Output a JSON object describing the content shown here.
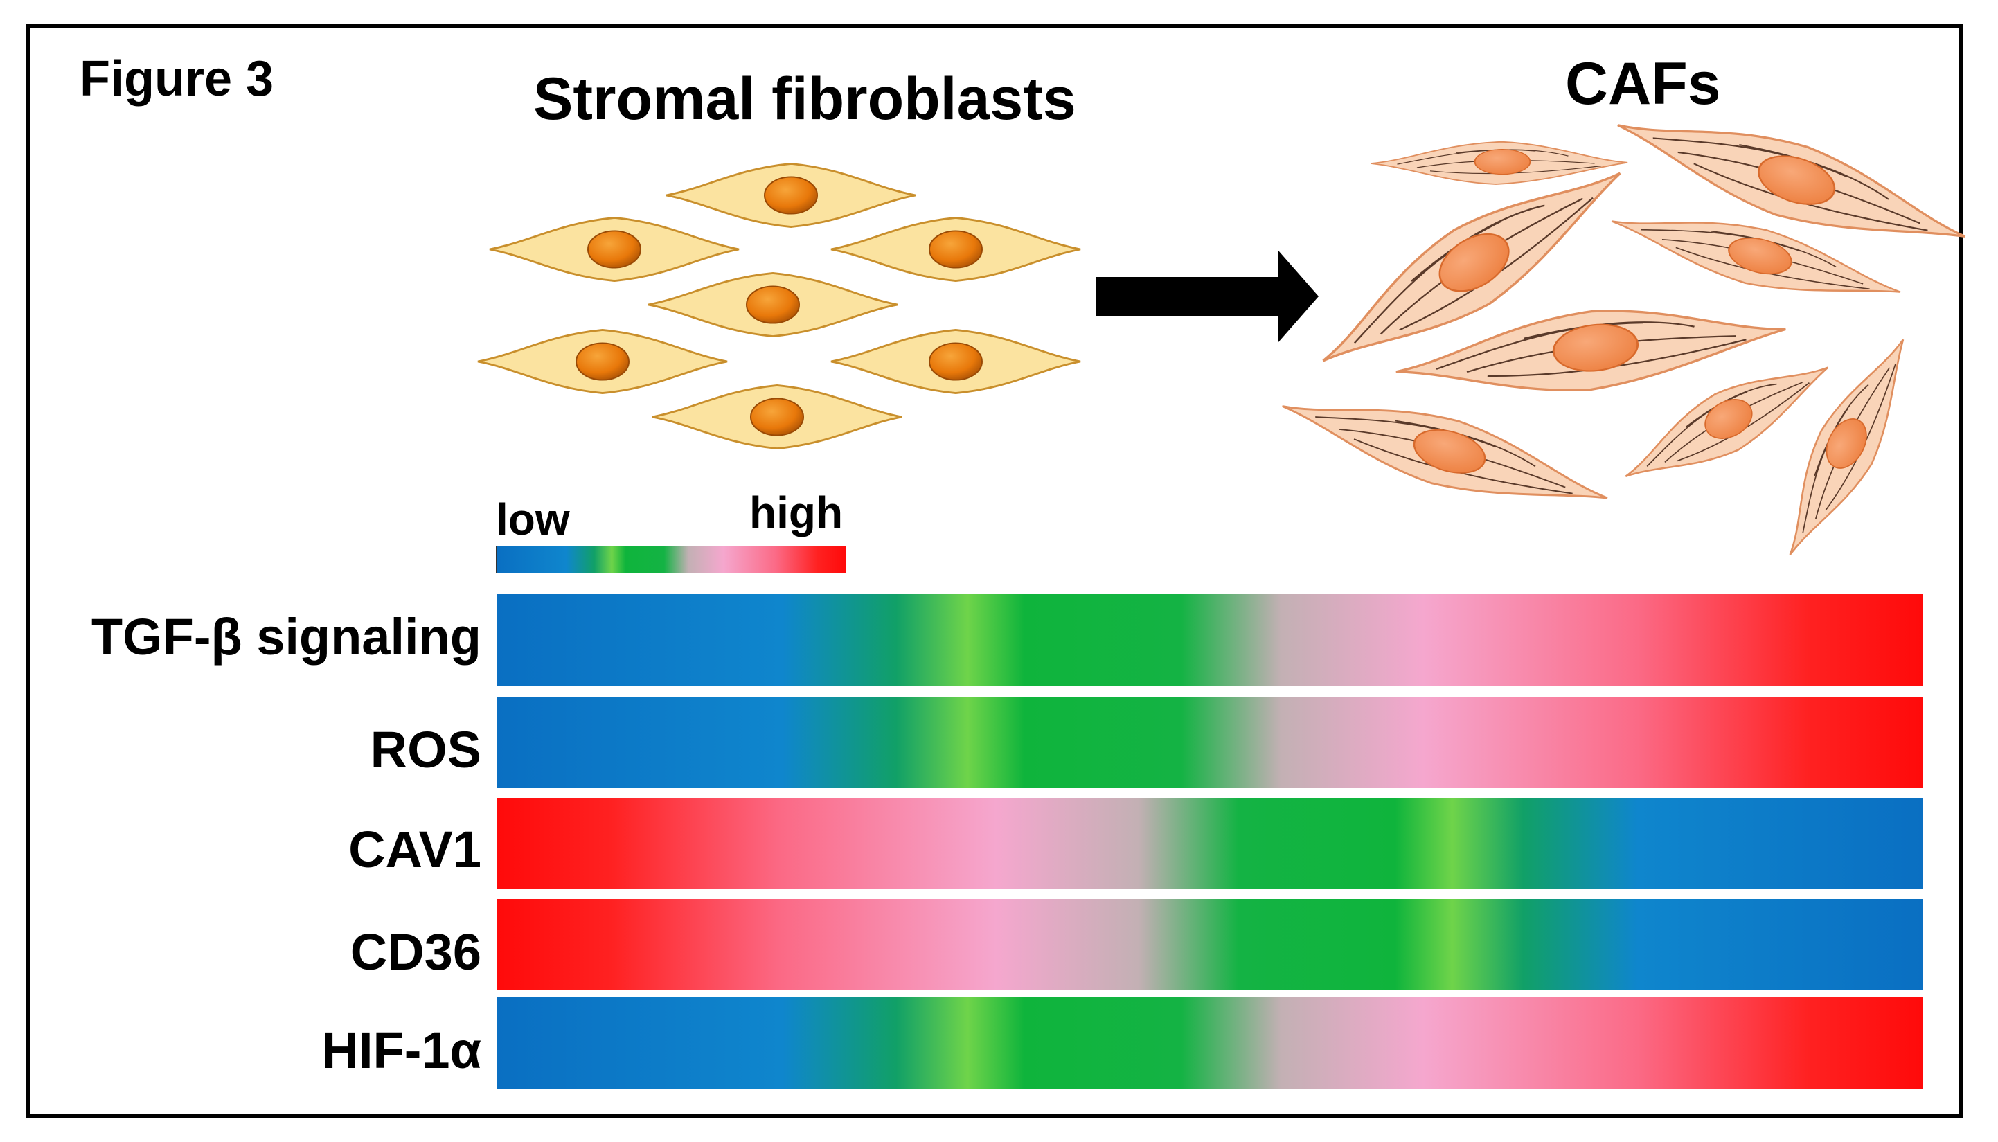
{
  "figure": {
    "label": "Figure 3",
    "left_title": "Stromal fibroblasts",
    "right_title": "CAFs"
  },
  "scale": {
    "low_label": "low",
    "high_label": "high"
  },
  "rows": [
    {
      "label": "TGF-β signaling",
      "trend": "increasing"
    },
    {
      "label": "ROS",
      "trend": "increasing"
    },
    {
      "label": "CAV1",
      "trend": "decreasing"
    },
    {
      "label": "CD36",
      "trend": "decreasing"
    },
    {
      "label": "HIF-1α",
      "trend": "increasing"
    }
  ],
  "colors": {
    "low": "#0a6fc2",
    "mid": "#14b344",
    "high": "#ff0a0a",
    "fibroblast_body": "#fbe3a0",
    "fibroblast_nucleus": "#e8780a",
    "caf_body": "#f7c9a7",
    "caf_nucleus": "#f08a48",
    "arrow": "#000000"
  },
  "icons": [
    "fibroblast-cell-icon",
    "caf-cell-icon",
    "right-arrow-icon"
  ]
}
